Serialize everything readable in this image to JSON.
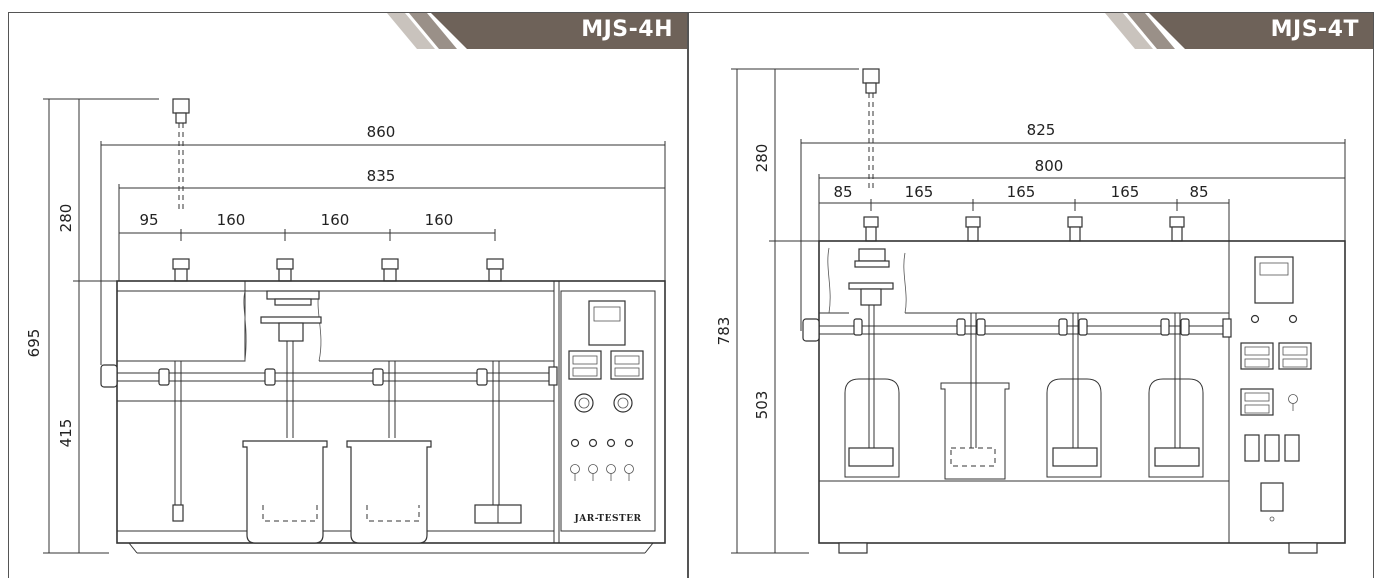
{
  "panels": [
    {
      "model": "MJS-4H",
      "dims": {
        "overall_width": "860",
        "inner_width": "835",
        "spacing": [
          "95",
          "160",
          "160",
          "160"
        ],
        "total_height": "695",
        "top_height": "280",
        "base_height": "415"
      },
      "panel_label": "JAR-TESTER"
    },
    {
      "model": "MJS-4T",
      "dims": {
        "overall_width": "825",
        "inner_width": "800",
        "spacing": [
          "85",
          "165",
          "165",
          "165",
          "85"
        ],
        "total_height": "783",
        "top_height": "280",
        "base_height": "503"
      }
    }
  ],
  "colors": {
    "tab_dark": "#6e6259",
    "tab_mid": "#9a9088",
    "tab_light": "#c9c3bd",
    "line": "#333333"
  }
}
